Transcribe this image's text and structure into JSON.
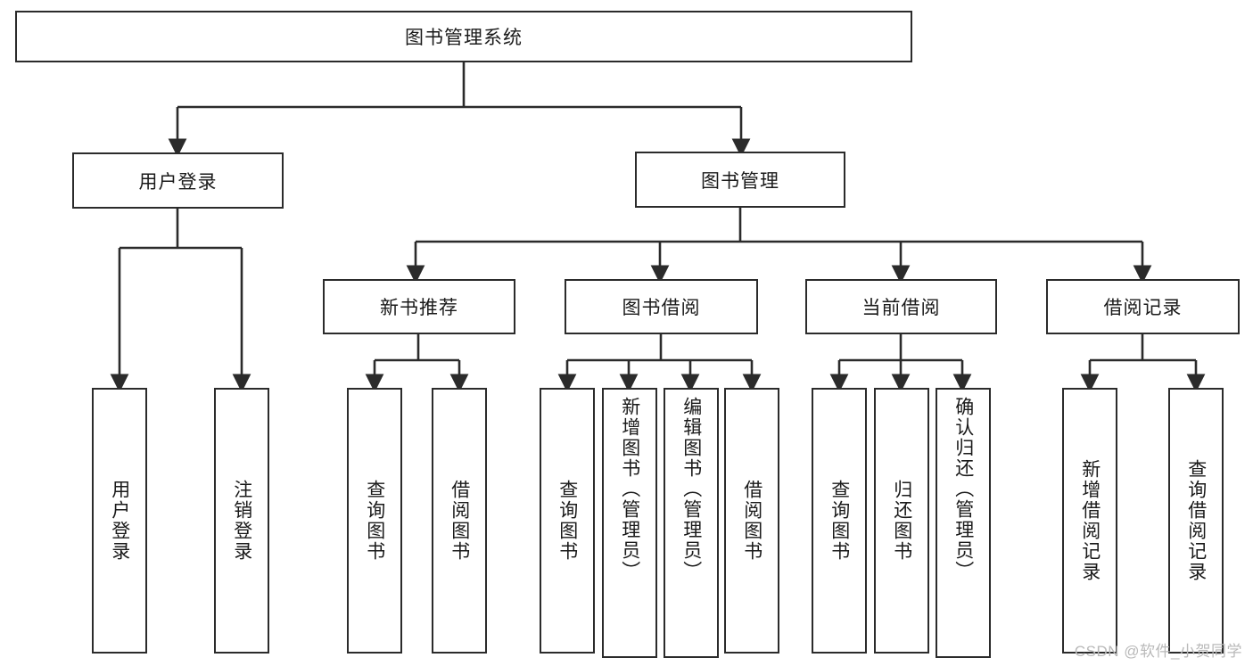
{
  "diagram": {
    "type": "tree-hierarchy",
    "title": "图书管理系统",
    "watermark": "CSDN @软件_小贺同学",
    "colors": {
      "stroke": "#2b2b2b",
      "fill": "#ffffff",
      "text": "#1a1a1a",
      "watermark": "#b9b9b9"
    },
    "nodes": {
      "root": {
        "label": "图书管理系统",
        "orientation": "horizontal"
      },
      "level1": [
        {
          "id": "user-login",
          "label": "用户登录",
          "orientation": "horizontal"
        },
        {
          "id": "book-manage",
          "label": "图书管理",
          "orientation": "horizontal"
        }
      ],
      "level2": [
        {
          "id": "new-book-rec",
          "label": "新书推荐",
          "orientation": "horizontal"
        },
        {
          "id": "book-borrow",
          "label": "图书借阅",
          "orientation": "horizontal"
        },
        {
          "id": "current-borrow",
          "label": "当前借阅",
          "orientation": "horizontal"
        },
        {
          "id": "borrow-record",
          "label": "借阅记录",
          "orientation": "horizontal"
        }
      ],
      "leaves": [
        {
          "id": "leaf-user-login",
          "label": "用户登录",
          "parent": "user-login",
          "orientation": "vertical"
        },
        {
          "id": "leaf-user-logout",
          "label": "注销登录",
          "parent": "user-login",
          "orientation": "vertical"
        },
        {
          "id": "leaf-query-book-1",
          "label": "查询图书",
          "parent": "new-book-rec",
          "orientation": "vertical"
        },
        {
          "id": "leaf-borrow-book-1",
          "label": "借阅图书",
          "parent": "new-book-rec",
          "orientation": "vertical"
        },
        {
          "id": "leaf-query-book-2",
          "label": "查询图书",
          "parent": "book-borrow",
          "orientation": "vertical"
        },
        {
          "id": "leaf-add-book",
          "label": "新增图书（管理员）",
          "parent": "book-borrow",
          "orientation": "vertical"
        },
        {
          "id": "leaf-edit-book",
          "label": "编辑图书（管理员）",
          "parent": "book-borrow",
          "orientation": "vertical"
        },
        {
          "id": "leaf-borrow-book-2",
          "label": "借阅图书",
          "parent": "book-borrow",
          "orientation": "vertical"
        },
        {
          "id": "leaf-query-book-3",
          "label": "查询图书",
          "parent": "current-borrow",
          "orientation": "vertical"
        },
        {
          "id": "leaf-return-book",
          "label": "归还图书",
          "parent": "current-borrow",
          "orientation": "vertical"
        },
        {
          "id": "leaf-confirm-return",
          "label": "确认归还（管理员）",
          "parent": "current-borrow",
          "orientation": "vertical"
        },
        {
          "id": "leaf-add-record",
          "label": "新增借阅记录",
          "parent": "borrow-record",
          "orientation": "vertical"
        },
        {
          "id": "leaf-query-record",
          "label": "查询借阅记录",
          "parent": "borrow-record",
          "orientation": "vertical"
        }
      ]
    }
  }
}
